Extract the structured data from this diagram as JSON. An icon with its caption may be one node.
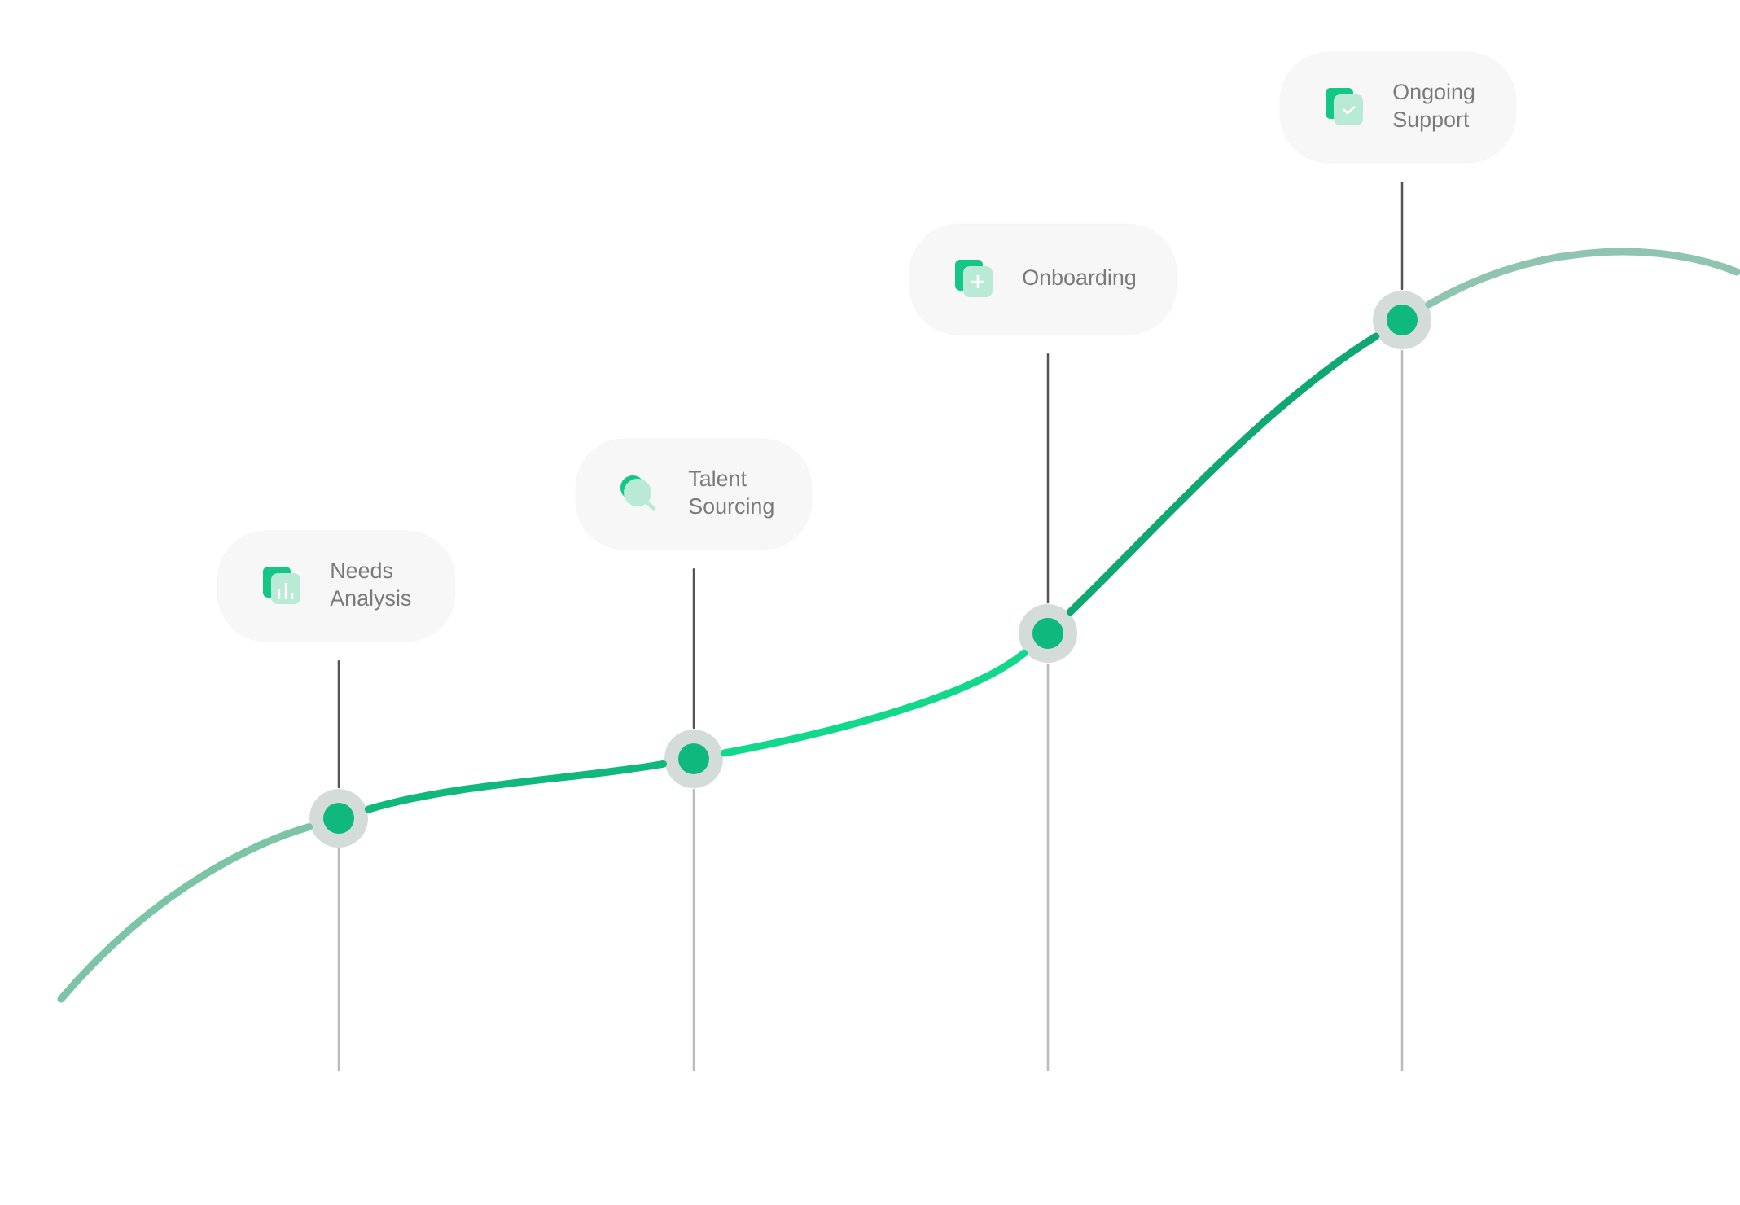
{
  "diagram": {
    "nodes": [
      {
        "text": [
          "Needs Analysis"
        ]
      },
      {
        "text": [
          "Talent Sourcing"
        ]
      },
      {
        "text": [
          "Onboarding"
        ]
      },
      {
        "text": [
          "Ongoing Support"
        ]
      },
      {
        "text": [],
        "shape": "circle"
      },
      {
        "text": [],
        "shape": "circle"
      },
      {
        "text": [],
        "shape": "circle"
      },
      {
        "text": [],
        "shape": "circle"
      }
    ],
    "edges": [
      {
        "from": 0,
        "to": 4,
        "arrow": "none",
        "color": "#555555"
      },
      {
        "from": 1,
        "to": 5,
        "arrow": "none",
        "color": "#555555"
      },
      {
        "from": 2,
        "to": 6,
        "arrow": "none",
        "color": "#555555"
      },
      {
        "from": 3,
        "to": 7,
        "arrow": "none",
        "color": "#555555"
      },
      {
        "from": 4,
        "to": null,
        "arrow": "none",
        "color": "#bbbbbb"
      },
      {
        "from": 5,
        "to": null,
        "arrow": "none",
        "color": "#bbbbbb"
      },
      {
        "from": 6,
        "to": null,
        "arrow": "none",
        "color": "#bbbbbb"
      },
      {
        "from": 7,
        "to": null,
        "arrow": "none",
        "color": "#bbbbbb"
      },
      {
        "from": null,
        "to": 4,
        "arrow": "none",
        "style": "thick",
        "color": "#7cc4a6"
      },
      {
        "from": 4,
        "to": 5,
        "arrow": "none",
        "style": "thick",
        "color": "#10b87c"
      },
      {
        "from": 5,
        "to": 6,
        "arrow": "none",
        "style": "thick",
        "color": "#12d88c"
      },
      {
        "from": 6,
        "to": 7,
        "arrow": "none",
        "style": "thick",
        "color": "#0fa872"
      },
      {
        "from": 7,
        "to": null,
        "arrow": "none",
        "style": "thick",
        "color": "#8fc4b0"
      }
    ]
  }
}
